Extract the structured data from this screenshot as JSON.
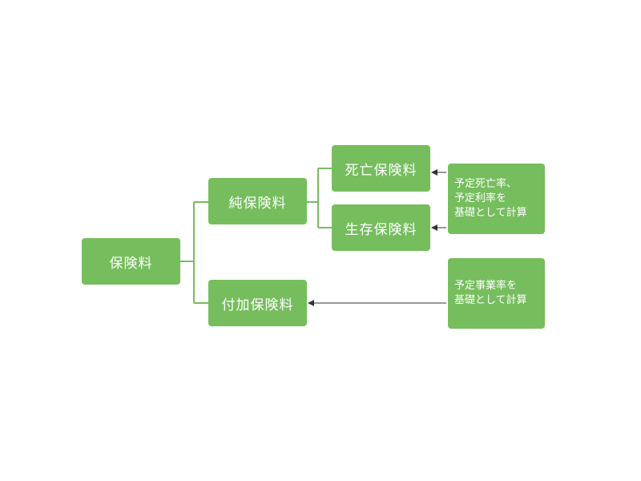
{
  "diagram": {
    "nodes": {
      "root": "保険料",
      "pure": "純保険料",
      "additional": "付加保険料",
      "death": "死亡保険料",
      "survival": "生存保険料",
      "note_upper": "予定死亡率、\n予定利率を\n基礎として計算",
      "note_lower": "予定事業率を\n基礎として計算"
    },
    "colors": {
      "node_fill": "#76bd5e",
      "node_text": "#ffffff",
      "connector": "#76bd5e",
      "arrow": "#333333"
    }
  }
}
